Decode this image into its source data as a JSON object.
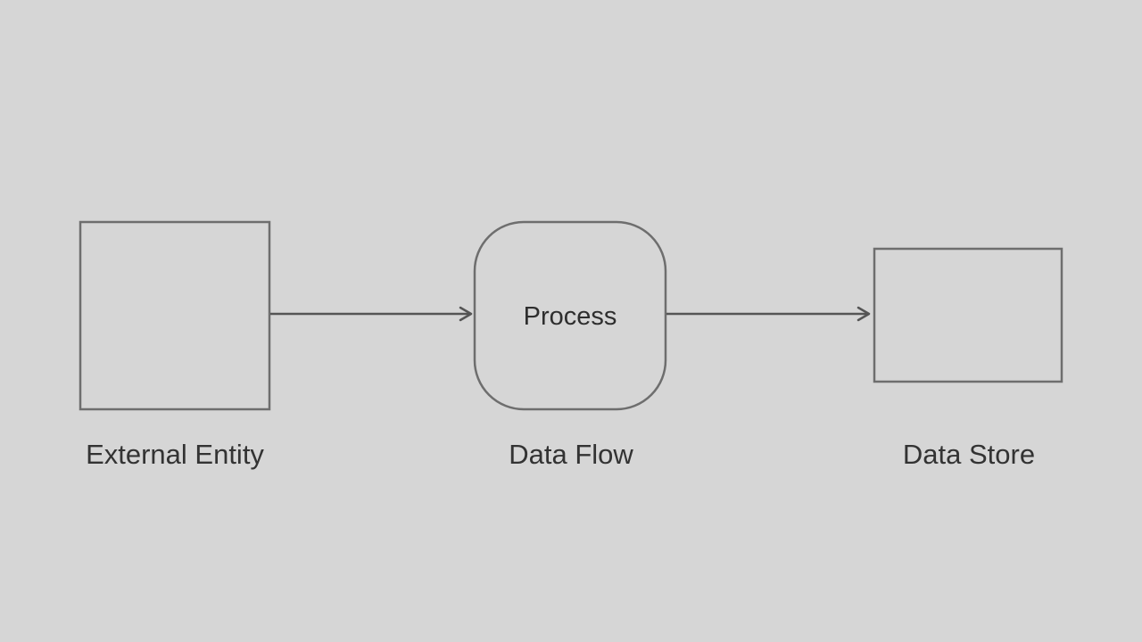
{
  "diagram": {
    "nodes": [
      {
        "id": "external-entity",
        "shape": "rectangle",
        "label": ""
      },
      {
        "id": "process",
        "shape": "rounded-rectangle",
        "label": "Process"
      },
      {
        "id": "data-store",
        "shape": "rectangle",
        "label": ""
      }
    ],
    "edges": [
      {
        "from": "external-entity",
        "to": "process",
        "directed": true
      },
      {
        "from": "process",
        "to": "data-store",
        "directed": true
      }
    ],
    "captions": {
      "external_entity": "External Entity",
      "data_flow": "Data Flow",
      "data_store": "Data Store"
    }
  },
  "colors": {
    "background": "#d6d6d6",
    "outline": "#6e6e6e",
    "arrow": "#555555",
    "text": "#333333"
  }
}
